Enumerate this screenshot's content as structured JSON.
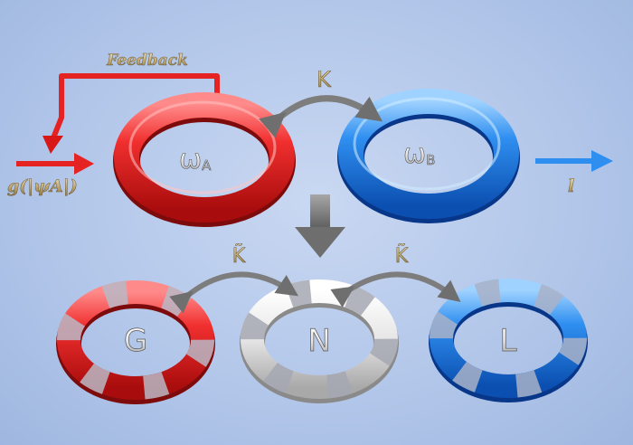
{
  "top_row": {
    "feedback_label": "Feedback",
    "coupling_label": "K",
    "input_label": "g(|ψA|)",
    "output_label": "l",
    "ring_a": {
      "symbol": "ω",
      "subscript": "A"
    },
    "ring_b": {
      "symbol": "ω",
      "subscript": "B"
    }
  },
  "bottom_row": {
    "coupling_label_left": "K̃",
    "coupling_label_right": "K̃",
    "ring_gain": "G",
    "ring_neutral": "N",
    "ring_loss": "L"
  },
  "colors": {
    "gain_red": "#ee2b2b",
    "loss_blue": "#2f8ff0",
    "neutral_white": "#f4f4f4",
    "arrow_gray": "#7d7d7d",
    "label_gold": "#cdb88a"
  }
}
